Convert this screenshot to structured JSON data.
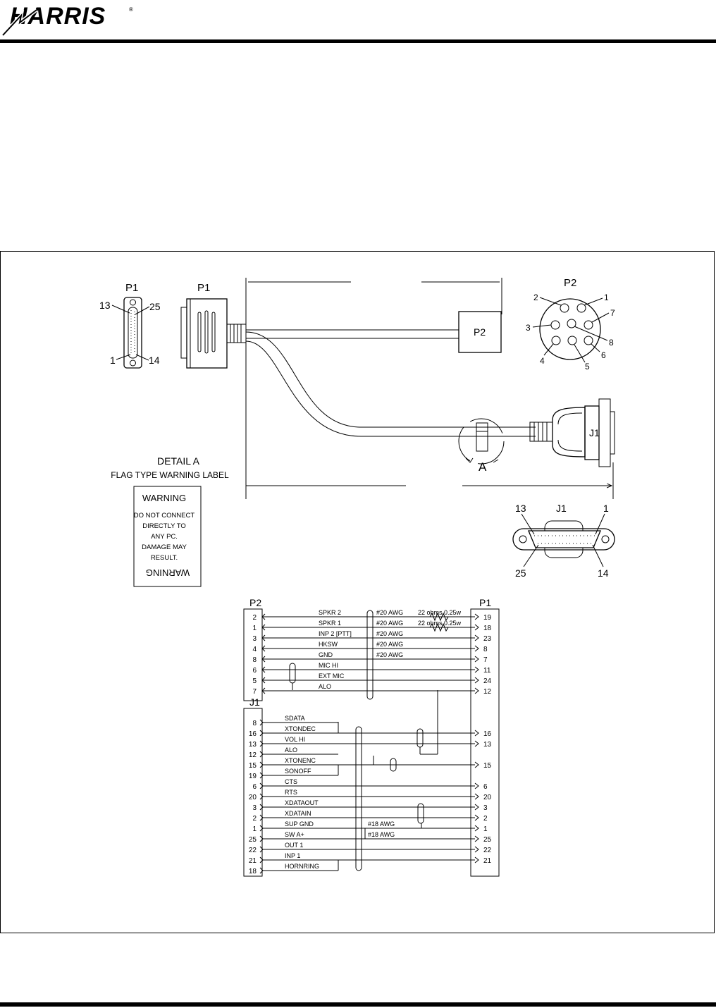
{
  "header": {
    "brand": "HARRIS"
  },
  "diagram": {
    "p1_face": {
      "title": "P1",
      "pins": {
        "top_left": "13",
        "top_right": "25",
        "bottom_left": "1",
        "bottom_right": "14"
      }
    },
    "p1_side": {
      "title": "P1"
    },
    "cable": {
      "p2_label": "P2",
      "j1_label": "J1",
      "detail_marker": "A"
    },
    "p2_face": {
      "title": "P2",
      "pins": [
        "1",
        "2",
        "3",
        "4",
        "5",
        "6",
        "7",
        "8"
      ]
    },
    "j1_face": {
      "title": "J1",
      "pins": {
        "top_left": "13",
        "top_right": "1",
        "bottom_left": "25",
        "bottom_right": "14"
      }
    },
    "detail": {
      "title": "DETAIL A",
      "subtitle": "FLAG TYPE WARNING LABEL",
      "label_heading": "WARNING",
      "label_lines": [
        "DO NOT CONNECT",
        "DIRECTLY TO",
        "ANY PC.",
        "DAMAGE MAY",
        "RESULT."
      ],
      "label_mirror": "WARNING"
    }
  },
  "schematic": {
    "p2_header": "P2",
    "p1_header": "P1",
    "j1_header": "J1",
    "p2_rows": [
      {
        "left": "2",
        "signal": "SPKR 2",
        "wire": "#20 AWG",
        "resistor": "22 ohms,0.25w",
        "right": "19"
      },
      {
        "left": "1",
        "signal": "SPKR 1",
        "wire": "#20 AWG",
        "resistor": "22 ohms,0.25w",
        "right": "18"
      },
      {
        "left": "3",
        "signal": "INP 2 [PTT]",
        "wire": "#20 AWG",
        "resistor": "",
        "right": "23"
      },
      {
        "left": "4",
        "signal": "HKSW",
        "wire": "#20 AWG",
        "resistor": "",
        "right": "8"
      },
      {
        "left": "8",
        "signal": "GND",
        "wire": "#20 AWG",
        "resistor": "",
        "right": "7"
      },
      {
        "left": "6",
        "signal": "MIC HI",
        "wire": "",
        "resistor": "",
        "right": "11"
      },
      {
        "left": "5",
        "signal": "EXT MIC",
        "wire": "",
        "resistor": "",
        "right": "24"
      },
      {
        "left": "7",
        "signal": "ALO",
        "wire": "",
        "resistor": "",
        "right": "12"
      }
    ],
    "j1_rows": [
      {
        "left": "8",
        "signal": "SDATA",
        "wire": "",
        "right": ""
      },
      {
        "left": "16",
        "signal": "XTONDEC",
        "wire": "",
        "right": "16"
      },
      {
        "left": "13",
        "signal": "VOL HI",
        "wire": "",
        "right": "13"
      },
      {
        "left": "12",
        "signal": "ALO",
        "wire": "",
        "right": ""
      },
      {
        "left": "15",
        "signal": "XTONENC",
        "wire": "",
        "right": "15"
      },
      {
        "left": "19",
        "signal": "SONOFF",
        "wire": "",
        "right": ""
      },
      {
        "left": "6",
        "signal": "CTS",
        "wire": "",
        "right": "6"
      },
      {
        "left": "20",
        "signal": "RTS",
        "wire": "",
        "right": "20"
      },
      {
        "left": "3",
        "signal": "XDATAOUT",
        "wire": "",
        "right": "3"
      },
      {
        "left": "2",
        "signal": "XDATAIN",
        "wire": "",
        "right": "2"
      },
      {
        "left": "1",
        "signal": "SUP GND",
        "wire": "#18 AWG",
        "right": "1"
      },
      {
        "left": "25",
        "signal": "SW A+",
        "wire": "#18 AWG",
        "right": "25"
      },
      {
        "left": "22",
        "signal": "OUT 1",
        "wire": "",
        "right": "22"
      },
      {
        "left": "21",
        "signal": "INP 1",
        "wire": "",
        "right": "21"
      },
      {
        "left": "18",
        "signal": "HORNRING",
        "wire": "",
        "right": ""
      }
    ]
  }
}
